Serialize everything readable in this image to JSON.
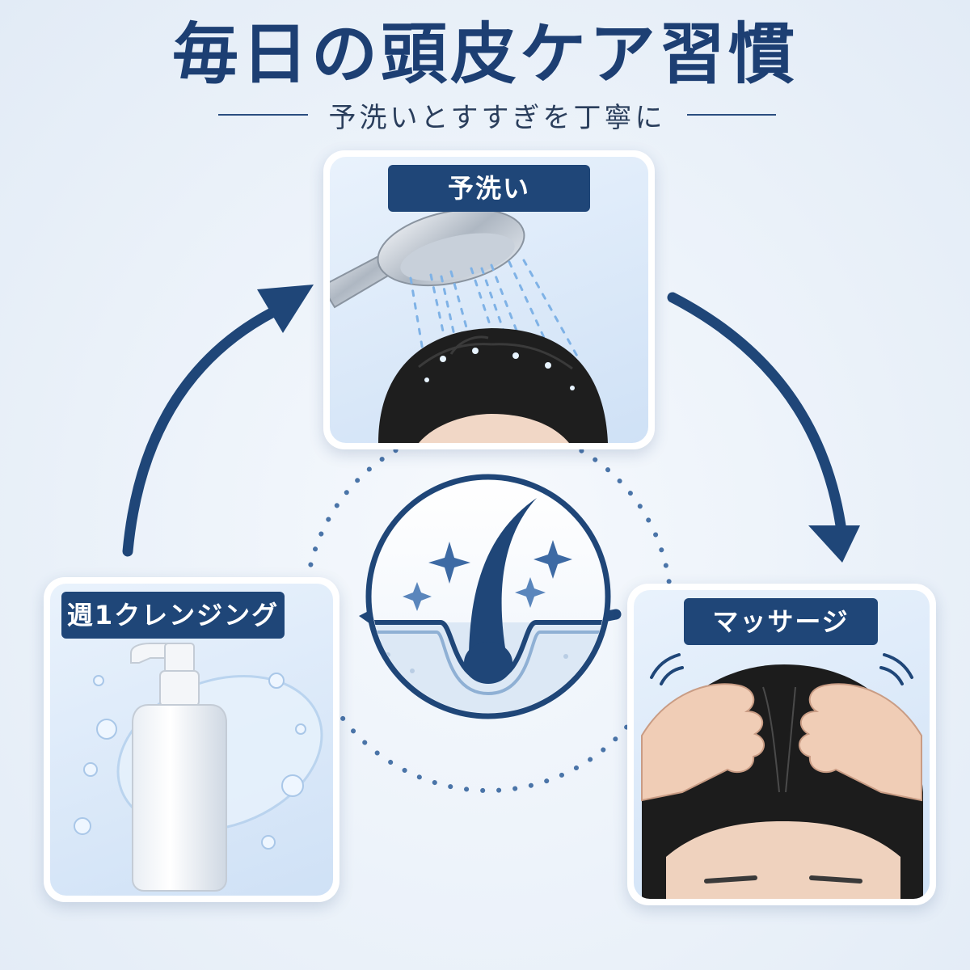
{
  "title": "毎日の頭皮ケア習慣",
  "subtitle": "予洗いとすすぎを丁寧に",
  "steps": [
    {
      "label": "予洗い"
    },
    {
      "label": "マッサージ"
    },
    {
      "label": "週1クレンジング"
    }
  ],
  "colors": {
    "navy": "#1f4678",
    "title": "#1d3f73",
    "card_bg": "#dbe8f7"
  },
  "icons": {
    "step_1": "shower-head-icon",
    "step_2": "scalp-massage-icon",
    "step_3": "pump-bottle-icon",
    "center": "hair-follicle-icon"
  }
}
